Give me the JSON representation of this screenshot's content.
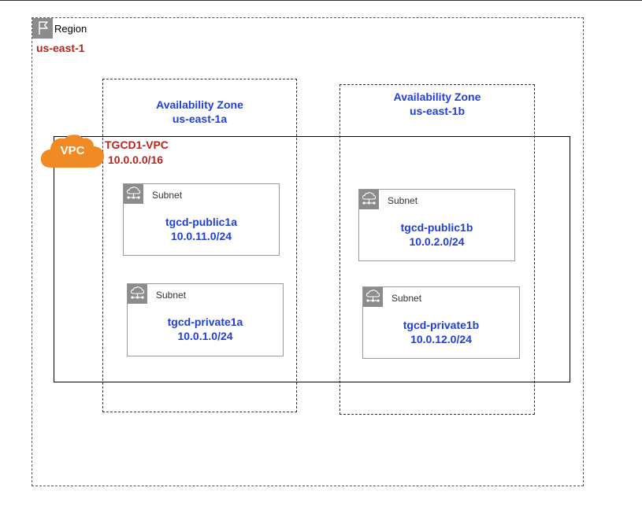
{
  "region": {
    "label": "Region",
    "name": "us-east-1"
  },
  "vpc": {
    "badge": "VPC",
    "name": "TGCD1-VPC",
    "cidr": "10.0.0.0/16"
  },
  "availability_zones": [
    {
      "title": "Availability Zone",
      "zone": "us-east-1a"
    },
    {
      "title": "Availability Zone",
      "zone": "us-east-1b"
    }
  ],
  "subnets": [
    {
      "label": "Subnet",
      "name": "tgcd-public1a",
      "cidr": "10.0.11.0/24"
    },
    {
      "label": "Subnet",
      "name": "tgcd-private1a",
      "cidr": "10.0.1.0/24"
    },
    {
      "label": "Subnet",
      "name": "tgcd-public1b",
      "cidr": "10.0.2.0/24"
    },
    {
      "label": "Subnet",
      "name": "tgcd-private1b",
      "cidr": "10.0.12.0/24"
    }
  ],
  "colors": {
    "region_text": "#b5261e",
    "az_text": "#1f3fd8",
    "vpc_cloud": "#f08a24",
    "icon_background": "#8c8c8c"
  },
  "icons": {
    "region": "flag-icon",
    "vpc": "cloud-icon",
    "subnet": "cloud-network-icon"
  }
}
